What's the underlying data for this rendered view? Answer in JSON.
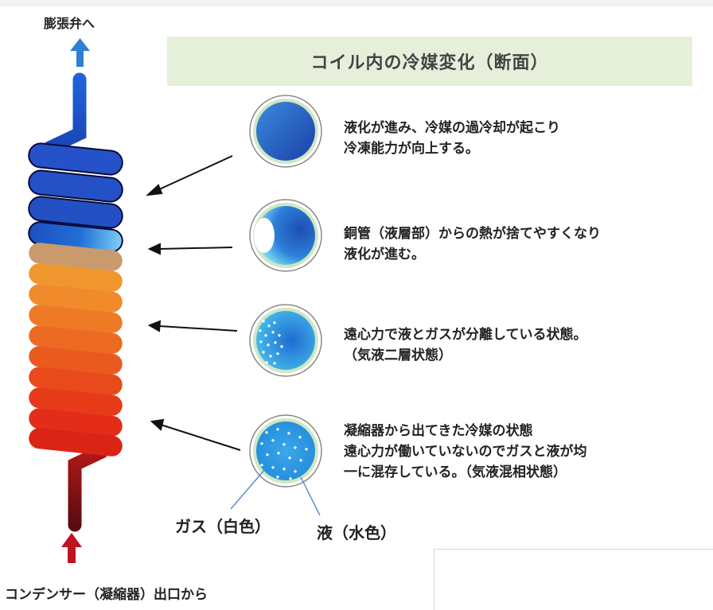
{
  "header": {
    "title": "コイル内の冷媒変化（断面）"
  },
  "coil": {
    "top_label": "膨張弁へ",
    "bottom_label": "コンデンサー（凝縮器）出口から"
  },
  "states": [
    {
      "lines": [
        "液化が進み、冷媒の過冷却が起こり",
        "冷凍能力が向上する。"
      ]
    },
    {
      "lines": [
        "銅管（液層部）からの熱が捨てやすくなり",
        "液化が進む。"
      ]
    },
    {
      "lines": [
        "遠心力で液とガスが分離している状態。",
        "（気液二層状態）"
      ]
    },
    {
      "lines": [
        "凝縮器から出てきた冷媒の状態",
        "遠心力が働いていないのでガスと液が均",
        "一に混存している。（気液混相状態）"
      ]
    }
  ],
  "legend": {
    "gas": "ガス（白色）",
    "liquid": "液（水色）"
  },
  "colors": {
    "header_bg": "#e6efda",
    "liquid_dark": "#1d4fb8",
    "liquid_light": "#29b6f6",
    "hot": "#e52517",
    "warm": "#f39a2a",
    "arrow_up": "#2f7fd4",
    "arrow_in": "#c1121f"
  }
}
